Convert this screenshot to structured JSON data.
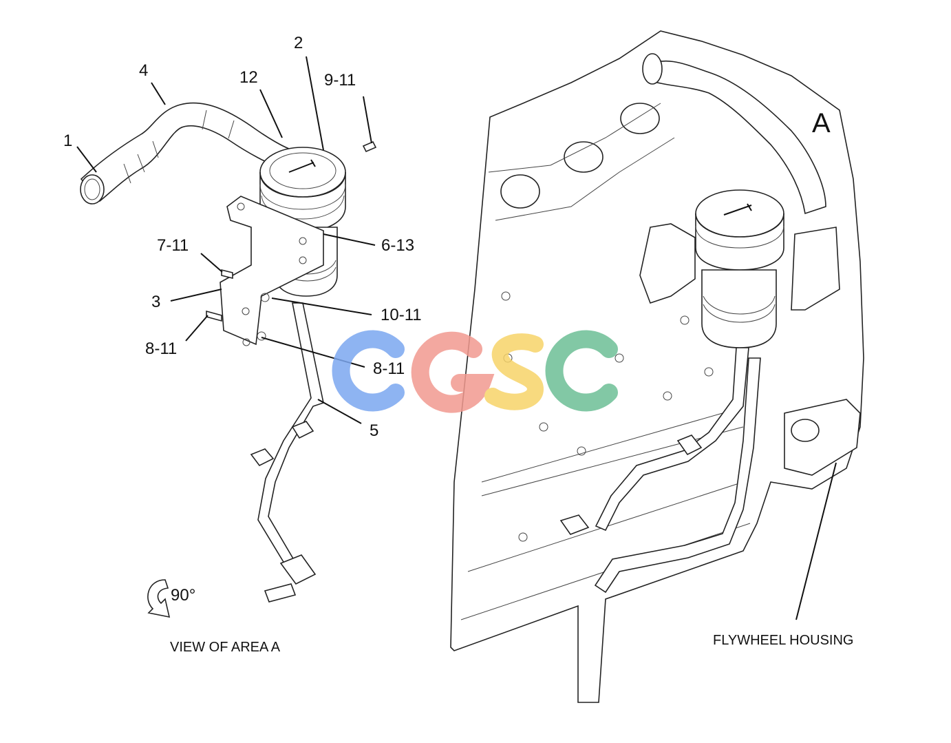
{
  "callouts": {
    "c1": "1",
    "c2": "2",
    "c3": "3",
    "c4": "4",
    "c5": "5",
    "c12": "12",
    "c9_11": "9-11",
    "c7_11": "7-11",
    "c6_13": "6-13",
    "c10_11": "10-11",
    "c8_11a": "8-11",
    "c8_11b": "8-11"
  },
  "rotation_label": "90°",
  "view_caption": "VIEW OF AREA  A",
  "area_label": "A",
  "flywheel_label": "FLYWHEEL HOUSING",
  "watermark": {
    "text": "CGSC",
    "colors": [
      "#7ba7f0",
      "#f29a90",
      "#f7d469",
      "#6dbf96"
    ]
  }
}
